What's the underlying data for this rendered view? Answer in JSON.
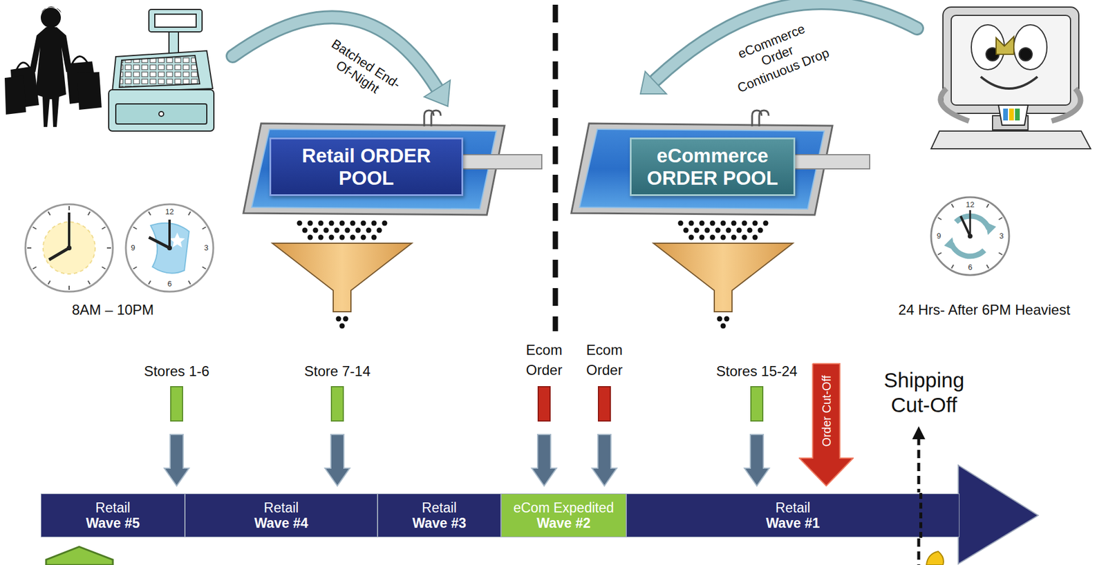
{
  "diagram": {
    "nodes": [
      {
        "text": [
          "Retail ORDER POOL"
        ]
      },
      {
        "text": [
          "eCommerce ORDER POOL"
        ]
      },
      {
        "text": [
          "Stores 1-6"
        ]
      },
      {
        "text": [
          "Store 7-14"
        ]
      },
      {
        "text": [
          "Ecom Order"
        ]
      },
      {
        "text": [
          "Ecom Order"
        ]
      },
      {
        "text": [
          "Stores 15-24"
        ]
      },
      {
        "text": [
          "Order Cut-Off"
        ]
      },
      {
        "text": [
          "Retail",
          "Wave #5"
        ]
      },
      {
        "text": [
          "Retail",
          "Wave #4"
        ]
      },
      {
        "text": [
          "Retail",
          "Wave #3"
        ]
      },
      {
        "text": [
          "eCom Expedited",
          "Wave #2"
        ]
      },
      {
        "text": [
          "Retail",
          "Wave #1"
        ]
      }
    ],
    "edges": [
      {
        "from": 2,
        "to": 8,
        "arrow": "to"
      },
      {
        "from": 3,
        "to": 9,
        "arrow": "to"
      },
      {
        "from": 4,
        "to": 11,
        "arrow": "to"
      },
      {
        "from": 5,
        "to": 11,
        "arrow": "to"
      },
      {
        "from": 6,
        "to": 12,
        "arrow": "to"
      }
    ],
    "labels": [
      "Batched End-Of-Night",
      "eCommerce Order Continuous Drop",
      "8AM – 10PM",
      "24 Hrs- After 6PM Heaviest",
      "Shipping Cut-Off",
      "12",
      "3",
      "6",
      "9",
      "12",
      "3",
      "6",
      "9"
    ]
  }
}
